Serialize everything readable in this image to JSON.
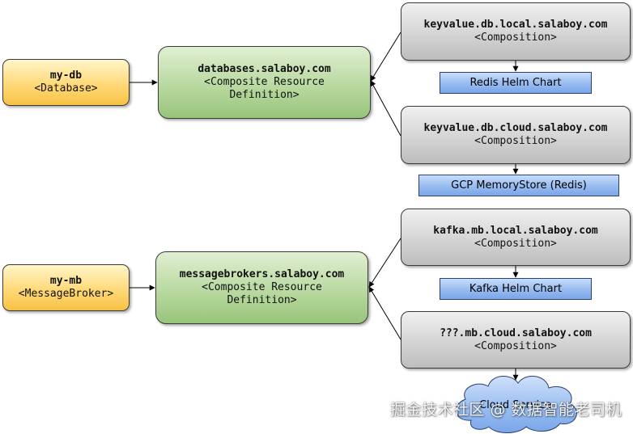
{
  "nodes": {
    "my_db": {
      "name": "my-db",
      "kind": "<Database>"
    },
    "databases_xrd": {
      "name": "databases.salaboy.com",
      "kind": "<Composite Resource\nDefinition>"
    },
    "kv_local": {
      "name": "keyvalue.db.local.salaboy.com",
      "kind": "<Composition>"
    },
    "kv_cloud": {
      "name": "keyvalue.db.cloud.salaboy.com",
      "kind": "<Composition>"
    },
    "my_mb": {
      "name": "my-mb",
      "kind": "<MessageBroker>"
    },
    "mb_xrd": {
      "name": "messagebrokers.salaboy.com",
      "kind": "<Composite Resource\nDefinition>"
    },
    "kafka_local": {
      "name": "kafka.mb.local.salaboy.com",
      "kind": "<Composition>"
    },
    "mb_cloud": {
      "name": "???.mb.cloud.salaboy.com",
      "kind": "<Composition>"
    }
  },
  "resources": {
    "redis_helm": "Redis Helm Chart",
    "gcp_memorystore": "GCP MemoryStore (Redis)",
    "kafka_helm": "Kafka Helm Chart",
    "cloud_service": "Cloud Service"
  },
  "watermark": "掘金技术社区 @ 数据智能老司机",
  "colors": {
    "claim_fill": "#ffd978",
    "xrd_fill": "#b9d9a0",
    "composition_fill": "#d4d4d4",
    "resource_fill": "#96bbf0",
    "cloud_fill": "#96bbf0",
    "edge": "#000000"
  }
}
